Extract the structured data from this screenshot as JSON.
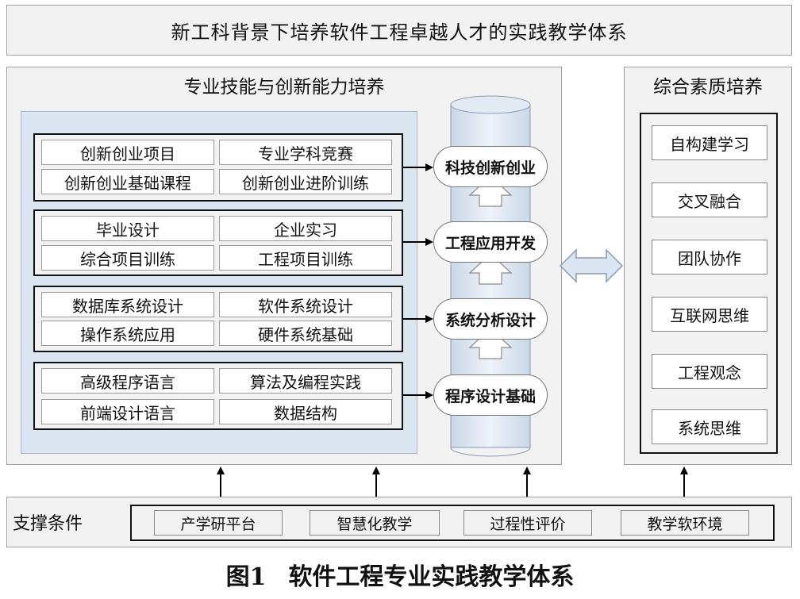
{
  "title": "新工科背景下培养软件工程卓越人才的实践教学体系",
  "left_panel": {
    "title": "专业技能与创新能力培养",
    "groups": [
      {
        "cells": [
          "创新创业项目",
          "专业学科竞赛",
          "创新创业基础课程",
          "创新创业进阶训练"
        ],
        "stage": "科技创新创业"
      },
      {
        "cells": [
          "毕业设计",
          "企业实习",
          "综合项目训练",
          "工程项目训练"
        ],
        "stage": "工程应用开发"
      },
      {
        "cells": [
          "数据库系统设计",
          "软件系统设计",
          "操作系统应用",
          "硬件系统基础"
        ],
        "stage": "系统分析设计"
      },
      {
        "cells": [
          "高级程序语言",
          "算法及编程实践",
          "前端设计语言",
          "数据结构"
        ],
        "stage": "程序设计基础"
      }
    ]
  },
  "right_panel": {
    "title": "综合素质培养",
    "items": [
      "自构建学习",
      "交叉融合",
      "团队协作",
      "互联网思维",
      "工程观念",
      "系统思维"
    ]
  },
  "support": {
    "label": "支撑条件",
    "items": [
      "产学研平台",
      "智慧化教学",
      "过程性评价",
      "教学软环境"
    ]
  },
  "caption": {
    "figure": "图1",
    "text": "软件工程专业实践教学体系"
  }
}
